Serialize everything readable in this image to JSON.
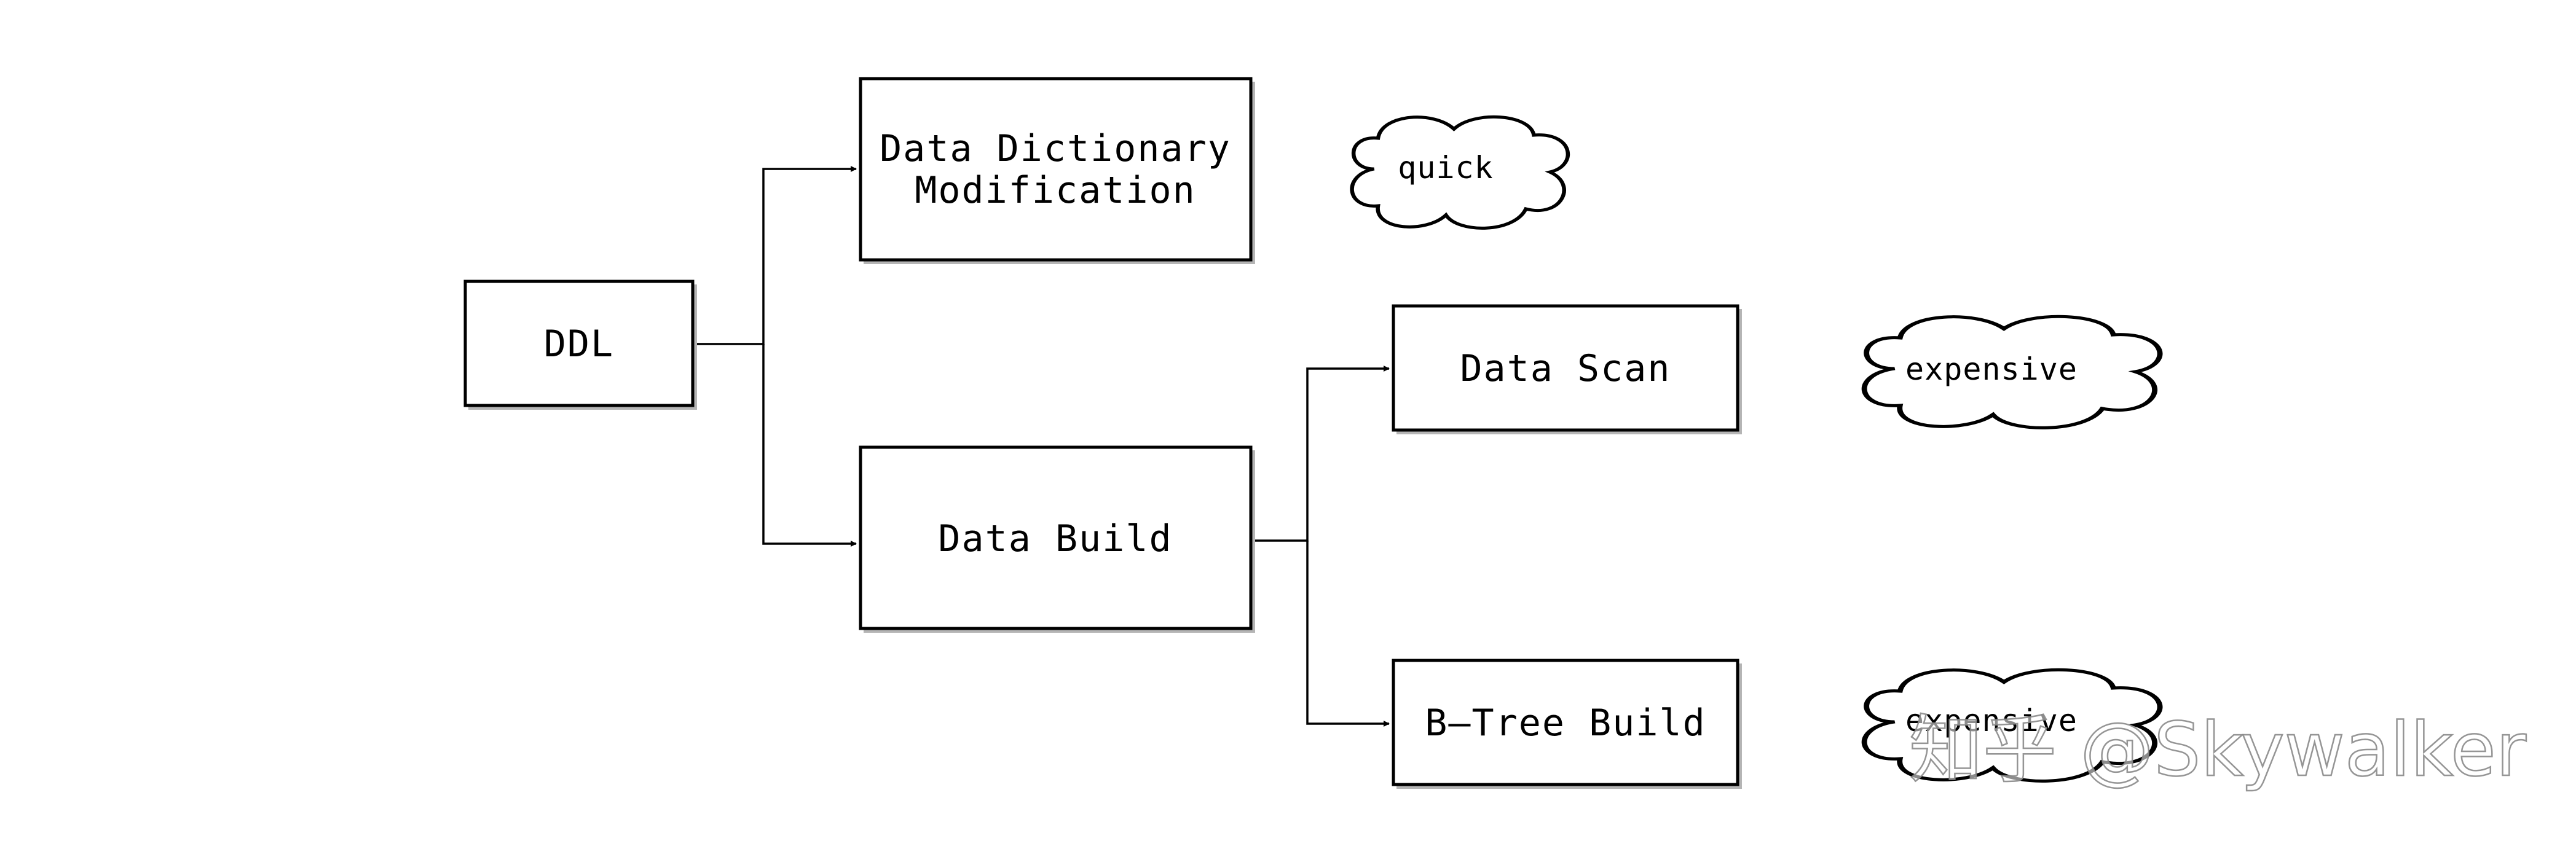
{
  "diagram": {
    "nodes": {
      "ddl": {
        "label": "DDL"
      },
      "data_dictionary": {
        "line1": "Data Dictionary",
        "line2": "Modification"
      },
      "data_build": {
        "label": "Data Build"
      },
      "data_scan": {
        "label": "Data Scan"
      },
      "btree_build": {
        "label": "B—Tree Build"
      }
    },
    "clouds": {
      "quick": {
        "label": "quick"
      },
      "expensive_scan": {
        "label": "expensive"
      },
      "expensive_btree": {
        "label": "expensive"
      }
    },
    "watermark": {
      "text": "知乎 @Skywalker"
    }
  }
}
